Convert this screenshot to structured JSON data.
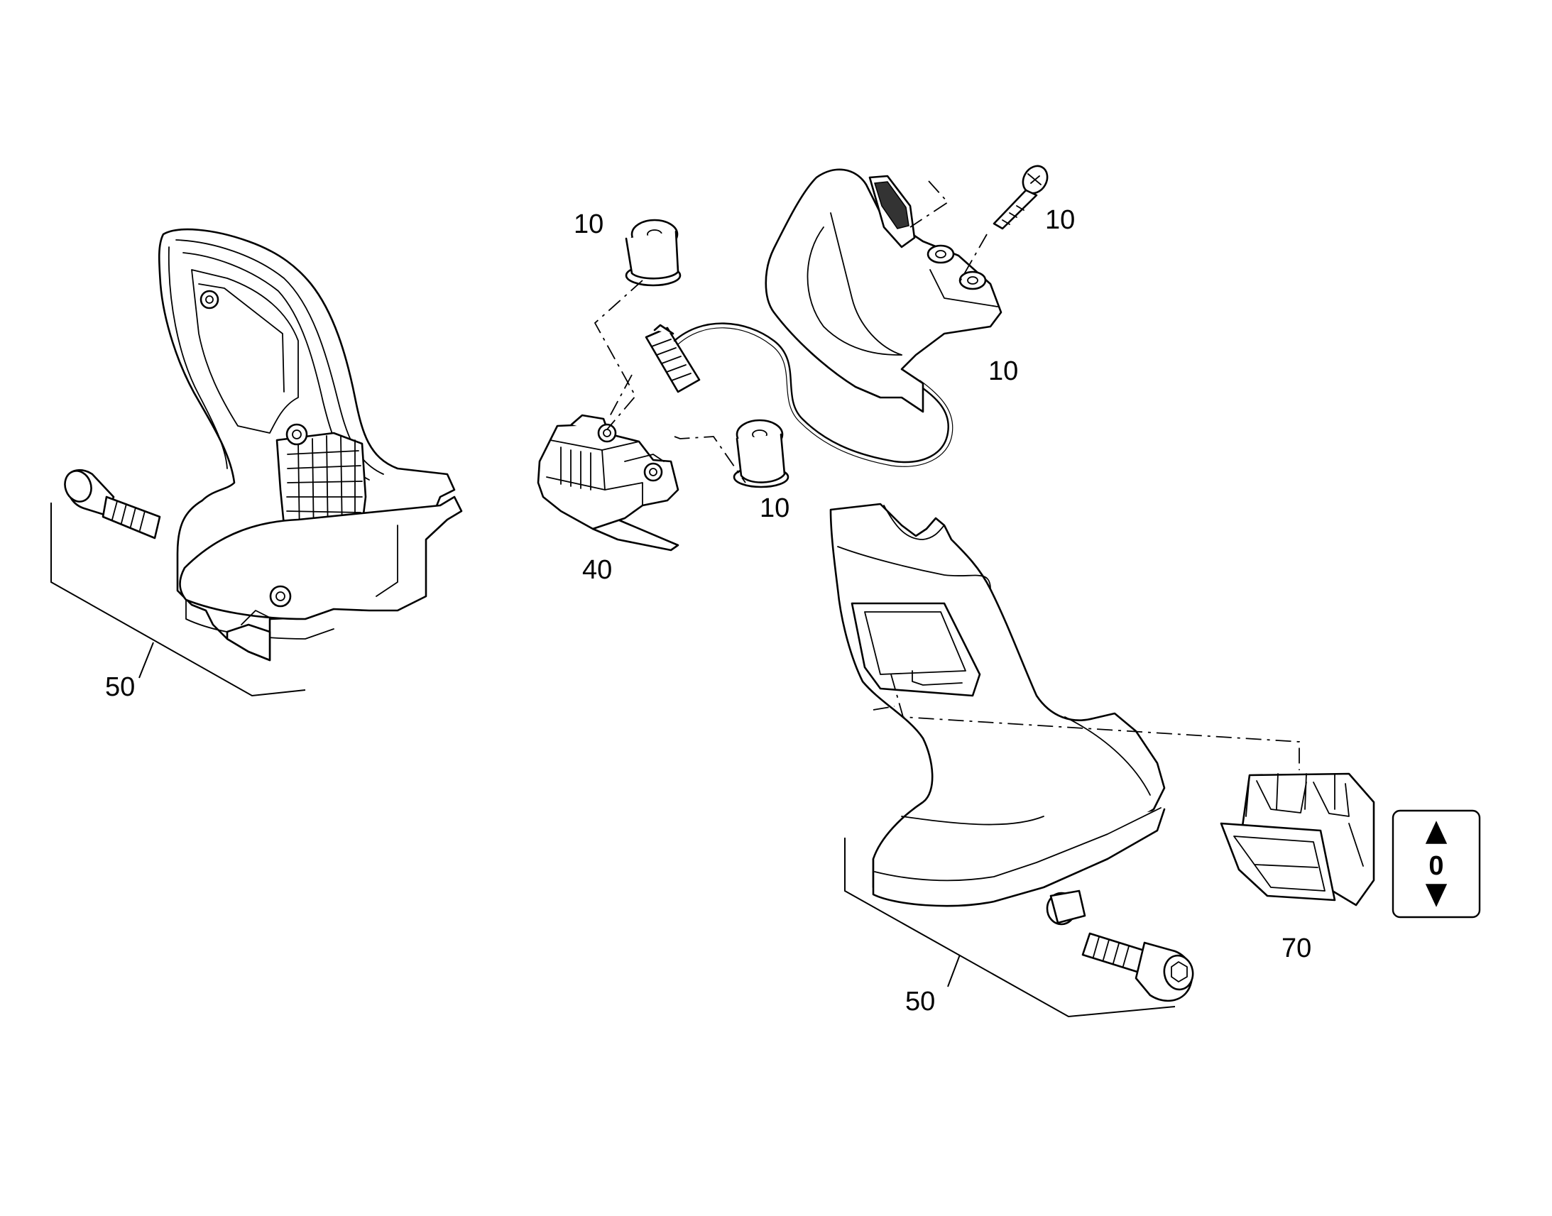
{
  "callouts": {
    "a": "10",
    "b": "10",
    "c": "10",
    "d": "10",
    "e": "40",
    "f": "50",
    "g": "50",
    "h": "70"
  },
  "switch_symbol": {
    "label": "0",
    "icon": "up-down-arrows-icon"
  }
}
